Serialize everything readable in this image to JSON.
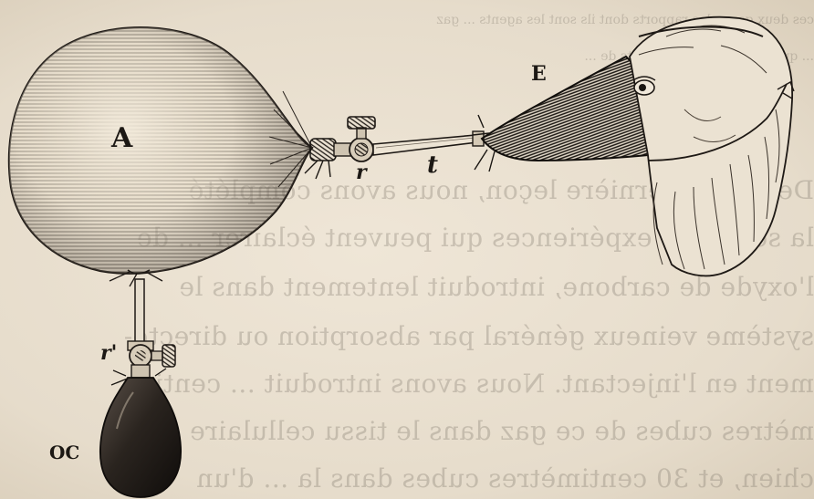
{
  "figure": {
    "labels": {
      "balloon": "A",
      "mask": "E",
      "tube": "t",
      "valve_upper": "r",
      "valve_lower": "r'",
      "bulb": "OC"
    }
  },
  "bleed_through": {
    "top_lines": [
      "ces deux gaz ... les rapports dont ils sont les agents ... gaz",
      "... que la ... explique les effets de ..."
    ],
    "body_lines": [
      "Depuis la dernière leçon, nous avons complété",
      "la série des expériences qui peuvent éclairer ... de",
      "l'oxyde de carbone, introduit lentement dans le",
      "système veineux général par absorption ou directe-",
      "ment en l'injectant. Nous avons introduit ... centi-",
      "mètres cubes de ce gaz dans le tissu cellulaire d'un",
      "chien, et 30 centimètres cubes dans la ... d'un"
    ]
  }
}
